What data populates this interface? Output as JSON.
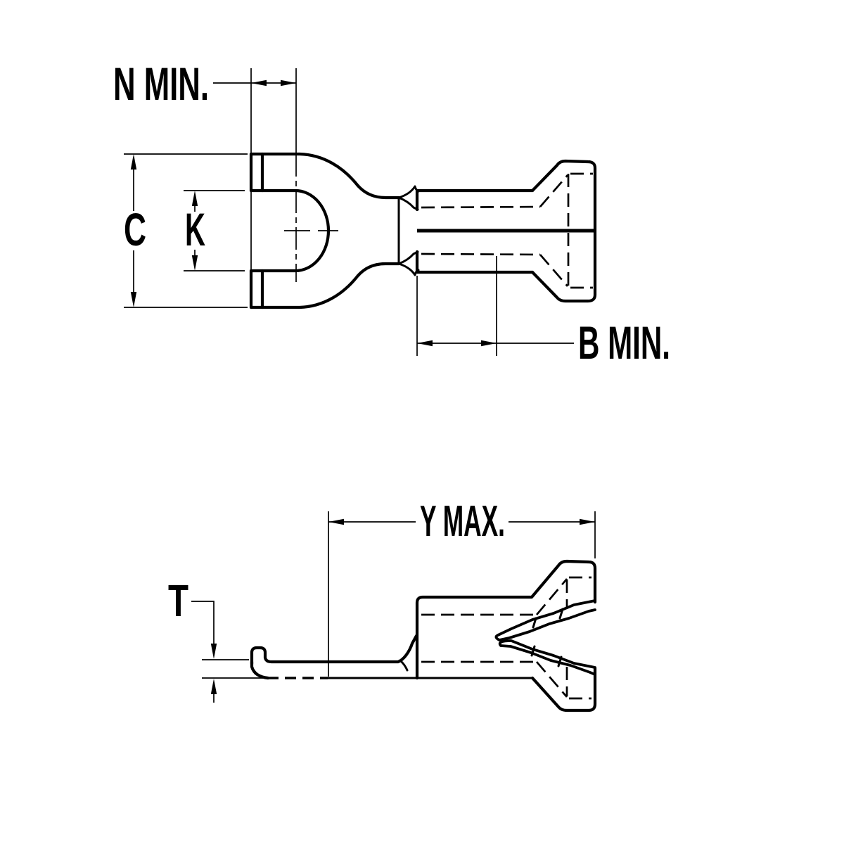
{
  "drawing": {
    "colors": {
      "background": "#ffffff",
      "ink": "#000000"
    },
    "labels": {
      "n_min": "N MIN.",
      "c": "C",
      "k": "K",
      "b_min": "B MIN.",
      "y_max": "Y MAX.",
      "t": "T"
    }
  }
}
